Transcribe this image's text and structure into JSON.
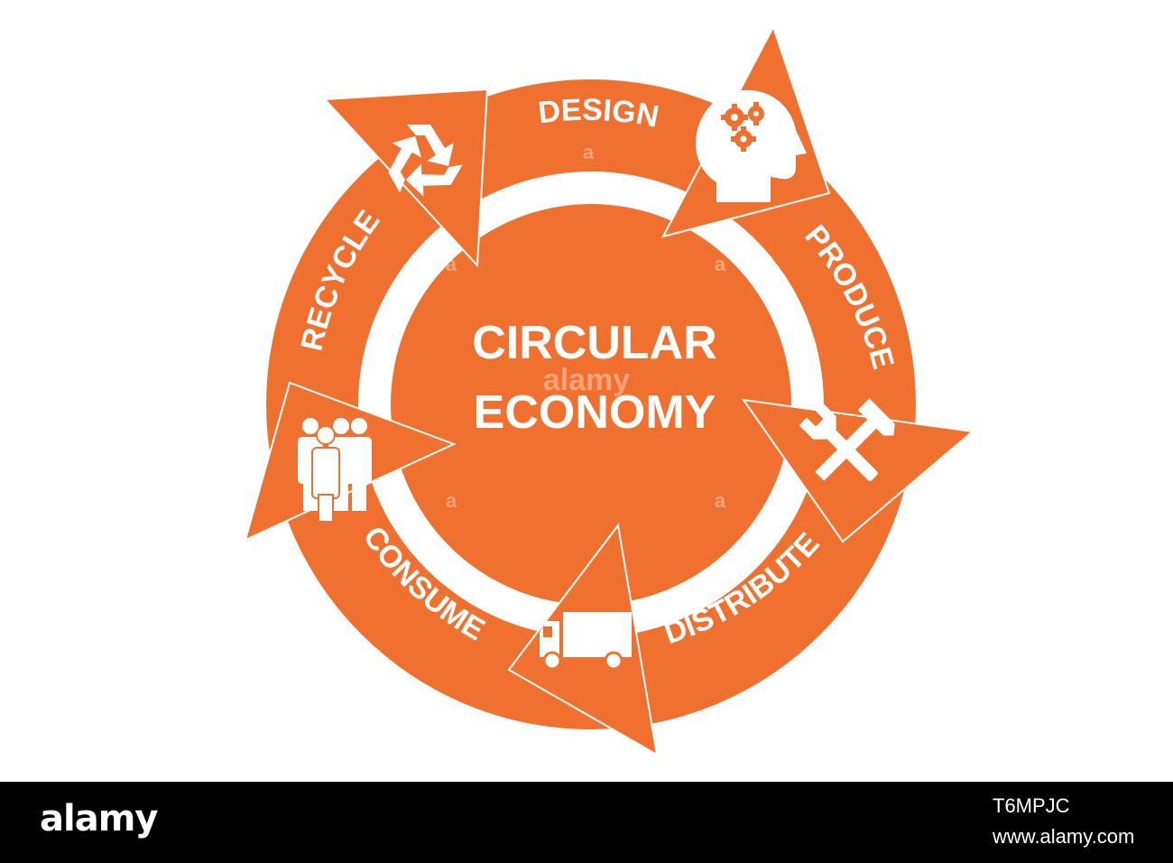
{
  "colors": {
    "primary": "#F0712F",
    "background": "#FFFFFF",
    "text": "#FFFFFF",
    "footer": "#000000"
  },
  "center": {
    "line1": "CIRCULAR",
    "line2": "ECONOMY"
  },
  "stages": [
    {
      "id": "design",
      "label": "DESIGN",
      "icon": "head-gears-icon"
    },
    {
      "id": "produce",
      "label": "PRODUCE",
      "icon": "hammer-wrench-icon"
    },
    {
      "id": "distribute",
      "label": "DISTRIBUTE",
      "icon": "truck-icon"
    },
    {
      "id": "consume",
      "label": "CONSUME",
      "icon": "people-group-icon"
    },
    {
      "id": "recycle",
      "label": "RECYCLE",
      "icon": "recycle-icon"
    }
  ],
  "watermark": {
    "text": "alamy",
    "mark": "a",
    "image_id": "T6MPJC",
    "site": "www.alamy.com"
  }
}
